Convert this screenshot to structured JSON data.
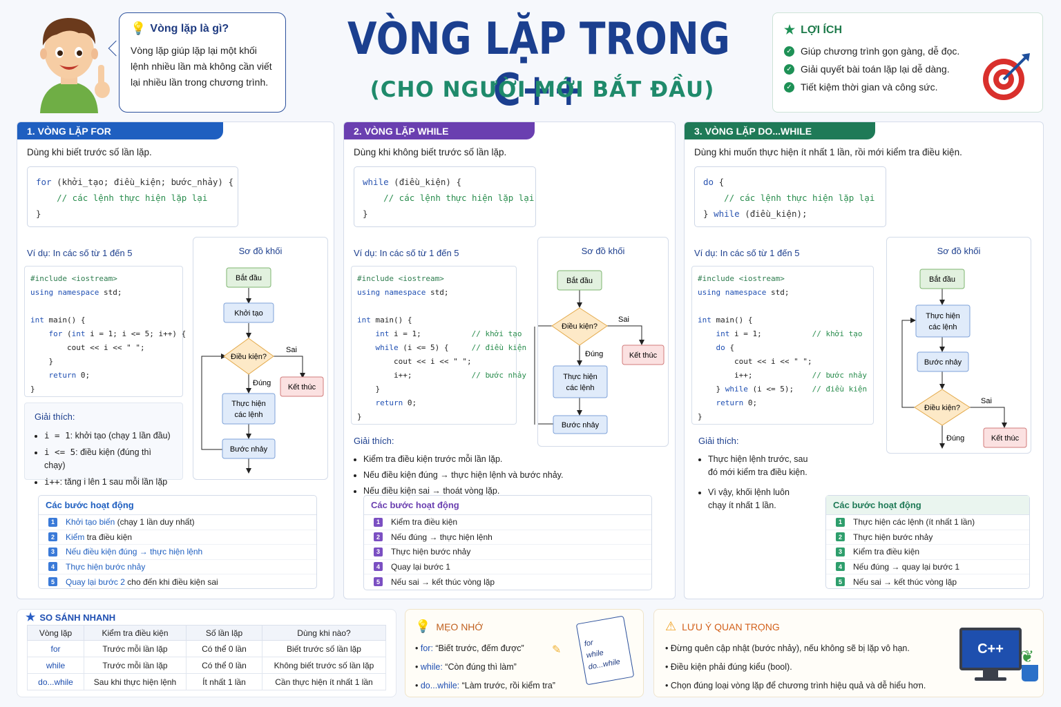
{
  "intro": {
    "heading": "Vòng lặp là gì?",
    "text": "Vòng lặp giúp lặp lại một khối lệnh nhiều lần mà không cần viết lại nhiều lần trong chương trình."
  },
  "title": "VÒNG LẶP TRONG C++",
  "subtitle": "(CHO NGƯỜI MỚI BẮT ĐẦU)",
  "benefits": {
    "heading": "LỢI ÍCH",
    "items": [
      "Giúp chương trình gọn gàng, dễ đọc.",
      "Giải quyết bài toán lặp lại dễ dàng.",
      "Tiết kiệm thời gian và công sức."
    ]
  },
  "colors": {
    "for": "#1f5fc0",
    "while": "#6a3fb0",
    "dowhile": "#1f7a57"
  },
  "sections": [
    {
      "header": "1. VÒNG LẶP FOR",
      "desc": "Dùng khi biết trước số lần lặp.",
      "syntax": [
        "for (khởi_tạo; điều_kiện; bước_nhảy) {",
        "    // các lệnh thực hiện lặp lại",
        "}"
      ],
      "example_label": "Ví dụ: In các số từ 1 đến 5",
      "example_code": [
        "#include <iostream>",
        "using namespace std;",
        "",
        "int main() {",
        "    for (int i = 1; i <= 5; i++) {",
        "        cout << i << \" \";",
        "    }",
        "    return 0;",
        "}"
      ],
      "flow": {
        "title": "Sơ đồ khối",
        "start": "Bắt đầu",
        "init": "Khởi tạo",
        "cond": "Điều kiện?",
        "body": [
          "Thực hiện",
          "các lệnh"
        ],
        "step": "Bước nhảy",
        "end": "Kết thúc",
        "yes": "Đúng",
        "no": "Sai"
      },
      "explain_title": "Giải thích:",
      "explain": [
        {
          "code": "i = 1",
          "text": ": khởi tạo (chạy 1 lần đầu)"
        },
        {
          "code": "i <= 5",
          "text": ": điều kiện (đúng thì chạy)"
        },
        {
          "code": "i++",
          "text": ": tăng i lên 1 sau mỗi lần lặp"
        }
      ],
      "steps_title": "Các bước hoạt động",
      "steps": [
        {
          "hl": "Khởi tạo biến",
          "rest": " (chạy 1 lần duy nhất)"
        },
        {
          "hl": "Kiểm",
          "rest": " tra điều kiện"
        },
        {
          "hl": "Nếu điều kiện đúng → thực hiện lệnh",
          "rest": ""
        },
        {
          "hl": "Thực hiện bước nhảy",
          "rest": ""
        },
        {
          "hl": "Quay lại bước 2",
          "rest": " cho đến khi điều kiện sai"
        }
      ]
    },
    {
      "header": "2. VÒNG LẶP WHILE",
      "desc": "Dùng khi không biết trước số lần lặp.",
      "syntax": [
        "while (điều_kiện) {",
        "    // các lệnh thực hiện lặp lại",
        "}"
      ],
      "example_label": "Ví dụ: In các số từ 1 đến 5",
      "example_code": [
        "#include <iostream>",
        "using namespace std;",
        "",
        "int main() {",
        "    int i = 1;           // khởi tạo",
        "    while (i <= 5) {     // điều kiện",
        "        cout << i << \" \";",
        "        i++;             // bước nhảy",
        "    }",
        "    return 0;",
        "}"
      ],
      "flow": {
        "title": "Sơ đồ khối",
        "start": "Bắt đầu",
        "cond": "Điều kiện?",
        "body": [
          "Thực hiện",
          "các lệnh"
        ],
        "step": "Bước nhảy",
        "end": "Kết thúc",
        "yes": "Đúng",
        "no": "Sai"
      },
      "explain_title": "Giải thích:",
      "explain": [
        "Kiểm tra điều kiện trước mỗi lần lặp.",
        "Nếu điều kiện đúng → thực hiện lệnh và bước nhảy.",
        "Nếu điều kiện sai → thoát vòng lặp."
      ],
      "steps_title": "Các bước hoạt động",
      "steps": [
        "Kiểm tra điều kiện",
        "Nếu đúng → thực hiện lệnh",
        "Thực hiện bước nhảy",
        "Quay lại bước 1",
        "Nếu sai → kết thúc vòng lặp"
      ]
    },
    {
      "header": "3. VÒNG LẶP DO...WHILE",
      "desc": "Dùng khi muốn thực hiện ít nhất 1 lần, rồi mới kiểm tra điều kiện.",
      "syntax": [
        "do {",
        "    // các lệnh thực hiện lặp lại",
        "} while (điều_kiện);"
      ],
      "example_label": "Ví dụ: In các số từ 1 đến 5",
      "example_code": [
        "#include <iostream>",
        "using namespace std;",
        "",
        "int main() {",
        "    int i = 1;           // khởi tạo",
        "    do {",
        "        cout << i << \" \";",
        "        i++;             // bước nhảy",
        "    } while (i <= 5);    // điều kiện",
        "    return 0;",
        "}"
      ],
      "flow": {
        "title": "Sơ đồ khối",
        "start": "Bắt đầu",
        "body": [
          "Thực hiện",
          "các lệnh"
        ],
        "step": "Bước nhảy",
        "cond": "Điều kiện?",
        "end": "Kết thúc",
        "yes": "Đúng",
        "no": "Sai"
      },
      "explain_title": "Giải thích:",
      "explain": [
        "Thực hiện lệnh trước, sau đó mới kiểm tra điều kiện.",
        "Vì vậy, khối lệnh luôn chạy ít nhất 1 lần."
      ],
      "steps_title": "Các bước hoạt động",
      "steps": [
        "Thực hiện các lệnh (ít nhất 1 lần)",
        "Thực hiện bước nhảy",
        "Kiểm tra điều kiện",
        "Nếu đúng → quay lại bước 1",
        "Nếu sai → kết thúc vòng lặp"
      ]
    }
  ],
  "compare": {
    "heading": "SO SÁNH NHANH",
    "columns": [
      "Vòng lặp",
      "Kiểm tra điều kiện",
      "Số lần lặp",
      "Dùng khi nào?"
    ],
    "rows": [
      [
        "for",
        "Trước mỗi lần lặp",
        "Có thể 0 lần",
        "Biết trước số lần lặp"
      ],
      [
        "while",
        "Trước mỗi lần lặp",
        "Có thể 0 lần",
        "Không biết trước số lần lặp"
      ],
      [
        "do...while",
        "Sau khi thực hiện lệnh",
        "Ít nhất 1 lần",
        "Cần thực hiện ít nhất 1 lần"
      ]
    ]
  },
  "tips": {
    "heading": "MẸO NHỚ",
    "items": [
      {
        "k": "for:",
        "v": " “Biết trước, đếm được”"
      },
      {
        "k": "while:",
        "v": " “Còn đúng thì làm”"
      },
      {
        "k": "do...while:",
        "v": " “Làm trước, rồi kiểm tra”"
      }
    ],
    "notepad": [
      "for",
      "while",
      "do...while"
    ]
  },
  "warning": {
    "heading": "LƯU Ý QUAN TRỌNG",
    "items": [
      "Đừng quên cập nhật (bước nhảy), nếu không sẽ bị lặp vô hạn.",
      "Điều kiện phải đúng kiểu (bool).",
      "Chọn đúng loại vòng lặp để chương trình hiệu quả và dễ hiểu hơn."
    ],
    "monitor_label": "C++"
  }
}
